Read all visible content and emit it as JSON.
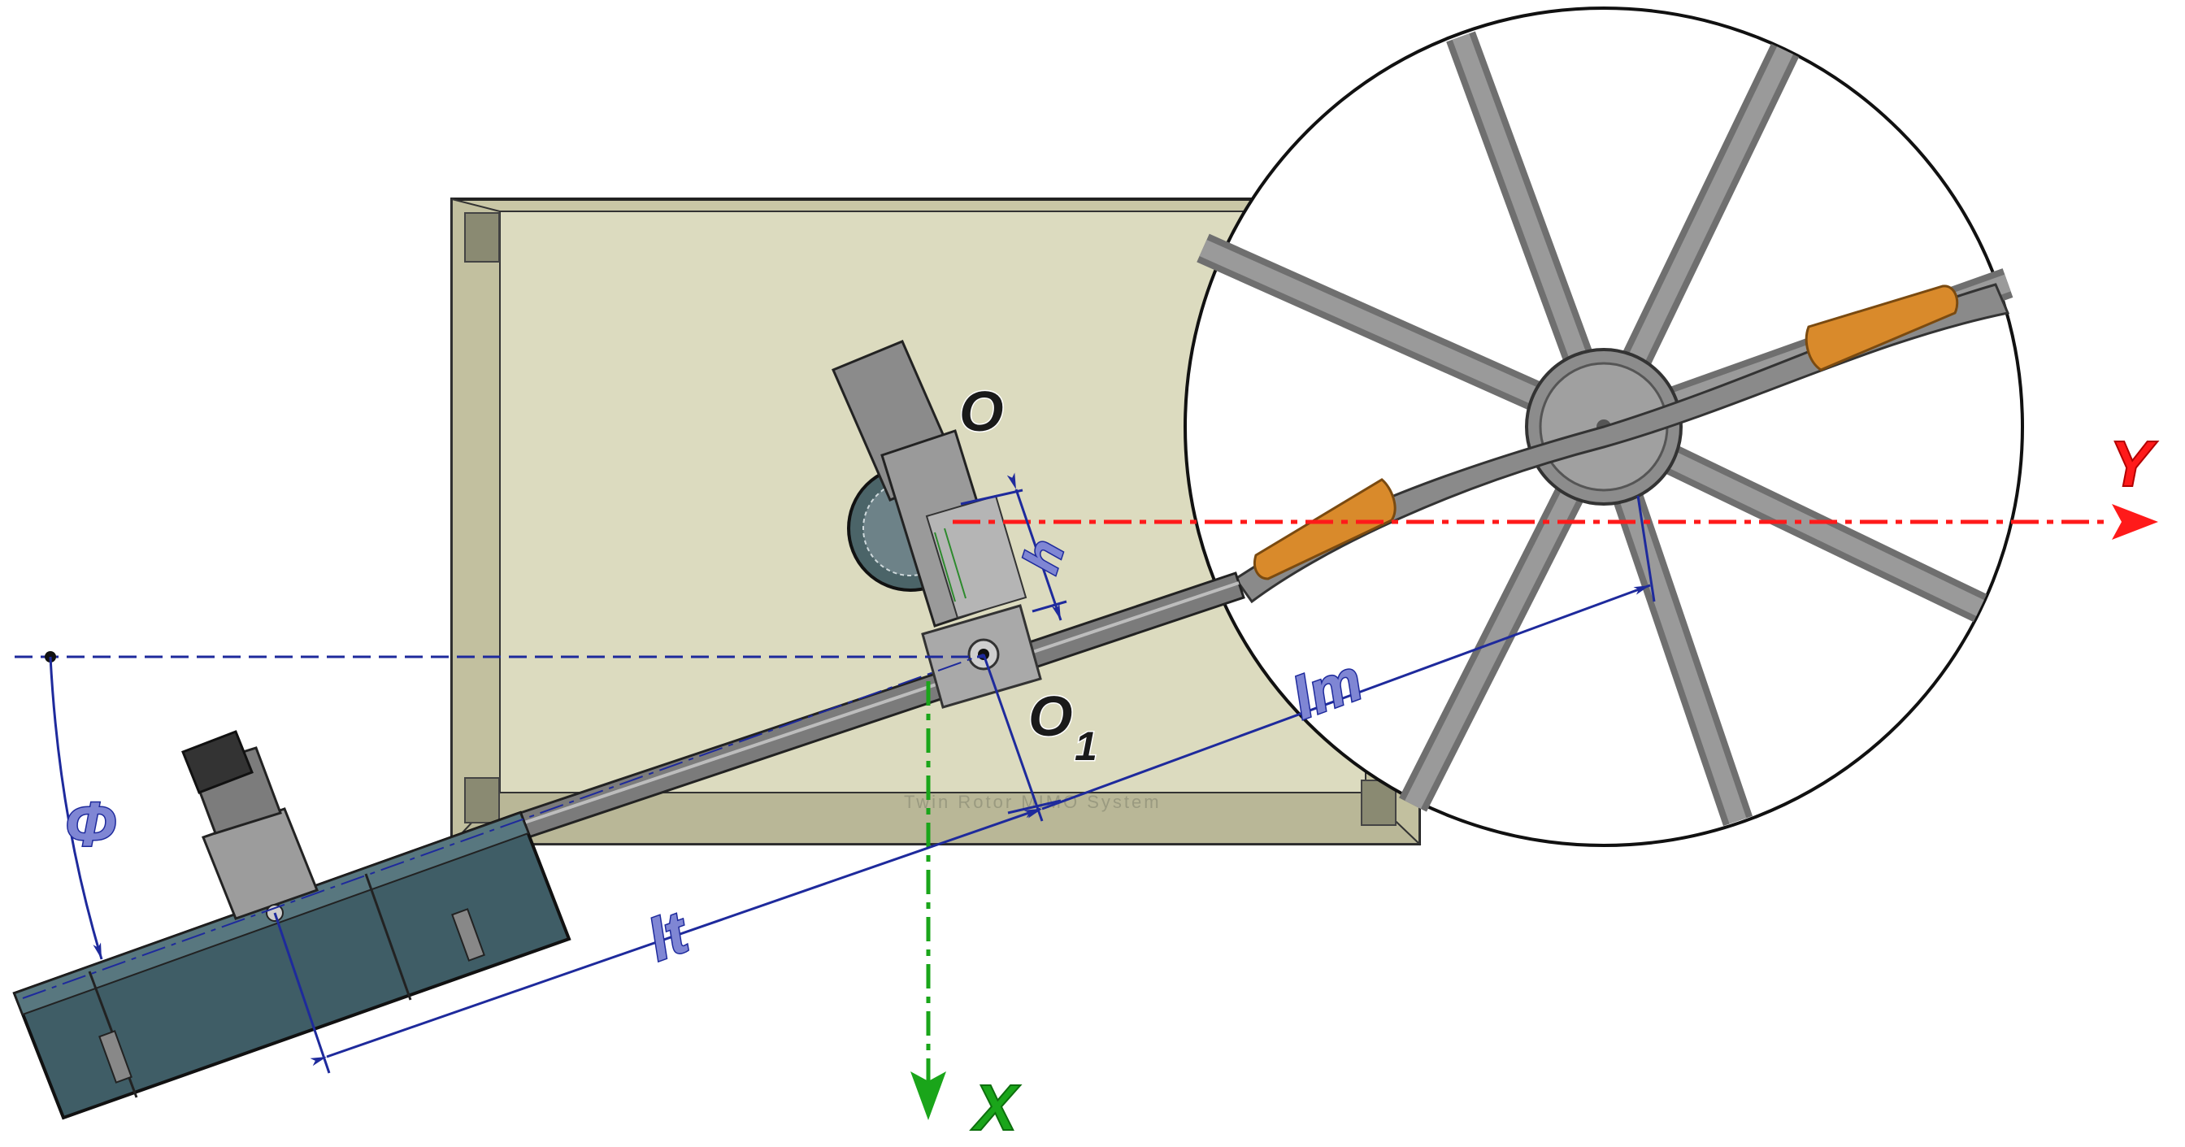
{
  "labels": {
    "origin": "O",
    "pivot_main": "O",
    "pivot_sub": "1",
    "h": "h",
    "lm": "lm",
    "lt": "lt",
    "phi": "Φ",
    "axis_x": "X",
    "axis_y": "Y"
  },
  "base_engraving": "Twin Rotor MIMO System",
  "colors": {
    "x_axis": "#1aa51a",
    "y_axis": "#ff1a1a",
    "dimension": "#1e2a9c",
    "base": "#d9d8bb",
    "rotor_tip": "#d98a2b",
    "tail_housing": "#3f5d66"
  }
}
